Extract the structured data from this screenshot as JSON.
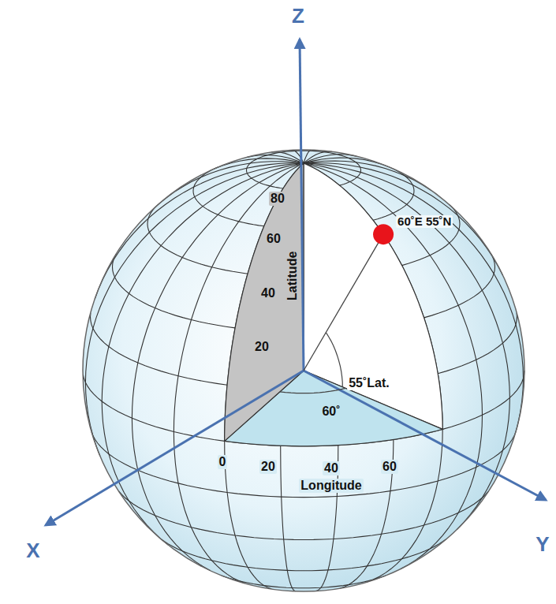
{
  "diagram": {
    "labels": [
      "Z",
      "X",
      "Y",
      "80",
      "60",
      "40",
      "20",
      "Latitude",
      "60˚E 55˚N",
      "55˚Lat.",
      "60˚",
      "0",
      "20",
      "40",
      "60",
      "Longitude"
    ]
  }
}
